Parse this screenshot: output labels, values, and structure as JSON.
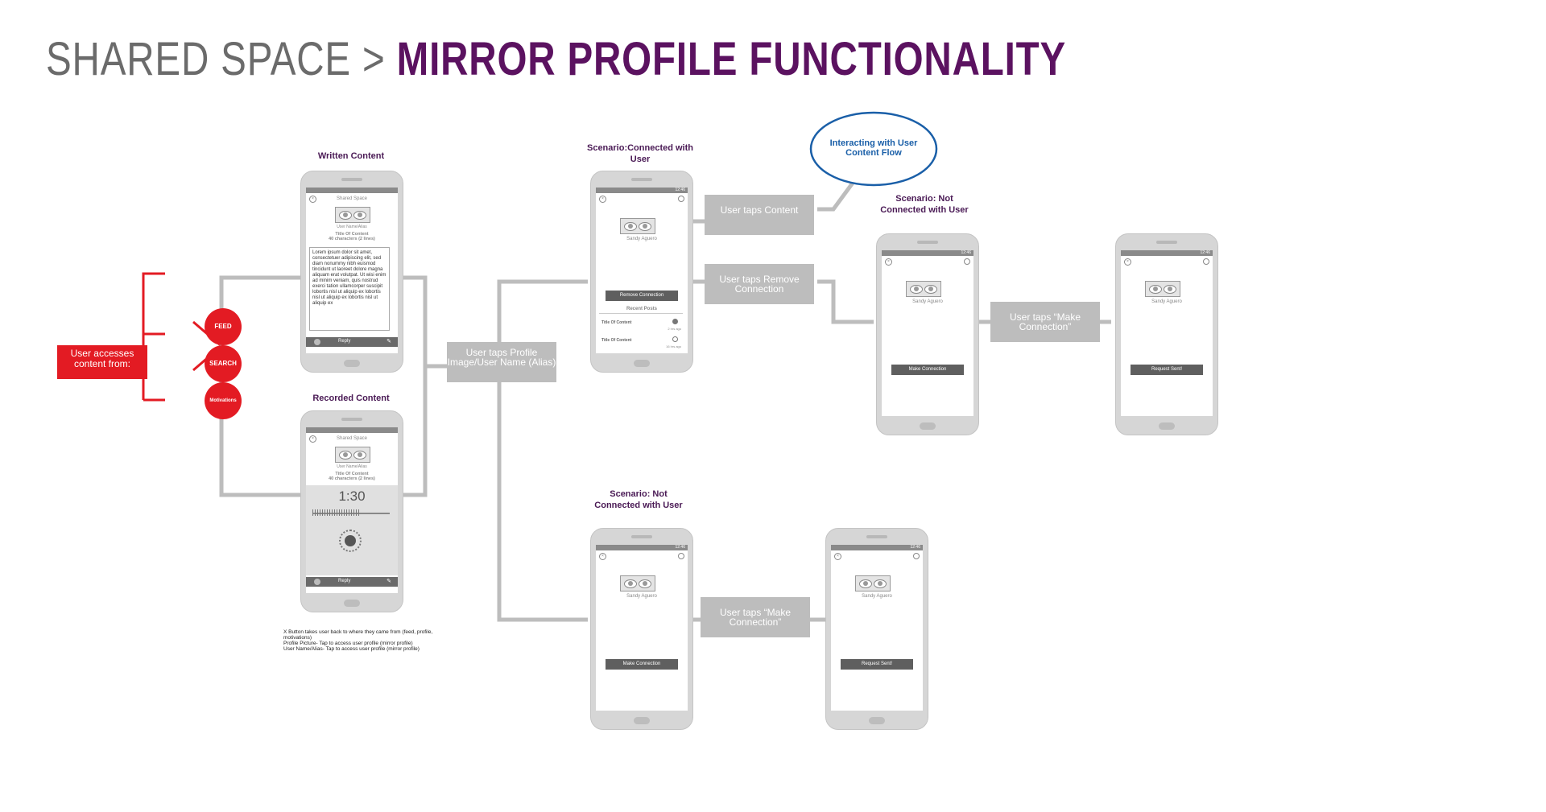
{
  "header": {
    "crumb": "SHARED SPACE",
    "sep": ">",
    "title": "MIRROR PROFILE FUNCTIONALITY"
  },
  "start": {
    "label": "User accesses content from:"
  },
  "sources": [
    {
      "label": "FEED"
    },
    {
      "label": "SEARCH"
    },
    {
      "label": "Motivations"
    }
  ],
  "captions": {
    "written": "Written Content",
    "recorded": "Recorded Content",
    "connected": "Scenario:Connected with User",
    "not_connected_top": "Scenario: Not Connected with User",
    "not_connected_bottom": "Scenario: Not Connected with User"
  },
  "bubble": {
    "label": "Interacting with User Content Flow"
  },
  "steps": {
    "tap_profile": "User taps Profile Image/User Name (Alias)",
    "tap_content": "User taps Content",
    "tap_remove": "User taps Remove Connection",
    "tap_make_top": "User taps “Make Connection”",
    "tap_make_bottom": "User taps “Make Connection”"
  },
  "screens": {
    "shared_space": "Shared Space",
    "user_alias": "User Name/Alias",
    "content_title": "Title Of Content",
    "content_limit": "40 characters (2 lines)",
    "lorem": "Lorem ipsum dolor sit amet, consectetuer adipiscing elit, sed diam nonummy nibh euismod tincidunt ut laoreet dolore magna aliquam erat volutpat. Ut wisi enim ad minim veniam, quis nostrud exerci tation ullamcorper suscipit lobortis nisl ut aliquip ex lobortis nisl ut aliquip ex lobortis nisl ut aliquip ex",
    "reply": "Reply",
    "timer": "1:30",
    "profile_name": "Sandy Aguero",
    "remove_btn": "Remove Connection",
    "recent_posts": "Recent Posts",
    "post_title": "Title Of Content",
    "post_age_1": "2 hrs ago",
    "post_age_2": "16 hrs ago",
    "make_btn": "Make Connection",
    "sent_btn": "Request Sent!",
    "clock": "12:46"
  },
  "notes": {
    "line1": "X Button takes user back to where they came from (feed, profile, motivations)",
    "line2": "Profile Picture- Tap to access user profile (mirror profile)",
    "line3": "User Name/Alias- Tap to access user profile (mirror profile)"
  },
  "colors": {
    "brand_purple": "#5b1260",
    "accent_red": "#e31b23",
    "connector_gray": "#bdbdbd",
    "bubble_blue": "#1a5fa8"
  }
}
